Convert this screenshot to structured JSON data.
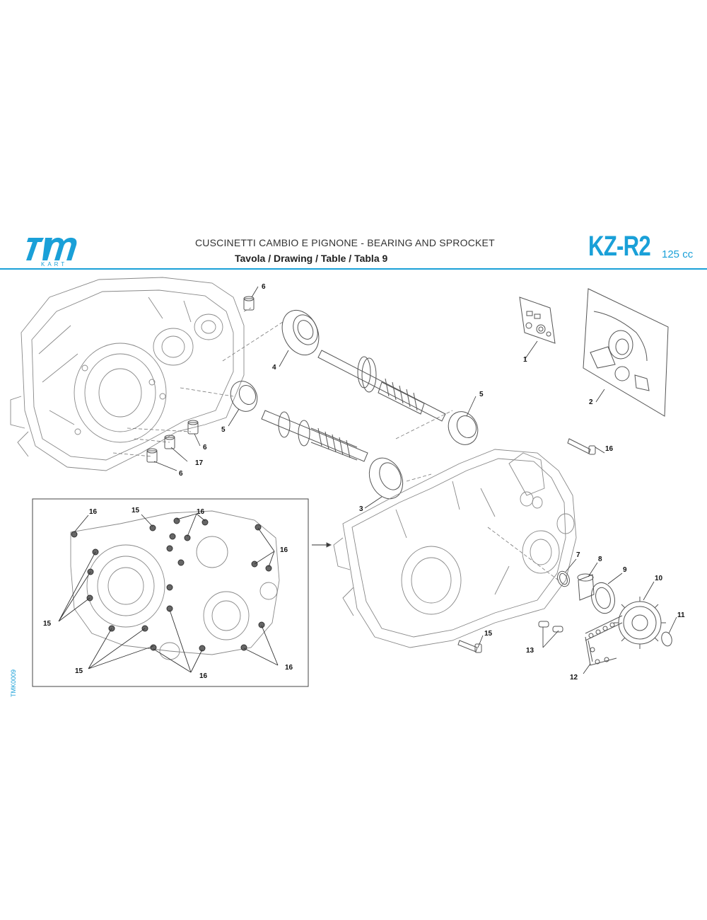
{
  "header": {
    "brand": "tm",
    "brand_sub": "KART",
    "title_line1": "CUSCINETTI CAMBIO E PIGNONE - BEARING AND SPROCKET",
    "title_line2": "Tavola / Drawing / Table  / Tabla  9",
    "model": "KZ-R2",
    "displacement": "125 cc"
  },
  "side_code": "TMK0009",
  "colors": {
    "accent": "#1aa0d8",
    "line": "#555555"
  },
  "callouts": {
    "c1": "1",
    "c2": "2",
    "c3": "3",
    "c4": "4",
    "c5a": "5",
    "c5b": "5",
    "c6a": "6",
    "c6b": "6",
    "c6c": "6",
    "c7": "7",
    "c8": "8",
    "c9": "9",
    "c10": "10",
    "c11": "11",
    "c12": "12",
    "c13": "13",
    "c15a": "15",
    "c15b": "15",
    "c15c": "15",
    "c15d": "15",
    "c16a": "16",
    "c16b": "16",
    "c16c": "16",
    "c16d": "16",
    "c16e": "16",
    "c16f": "16",
    "c17": "17"
  }
}
